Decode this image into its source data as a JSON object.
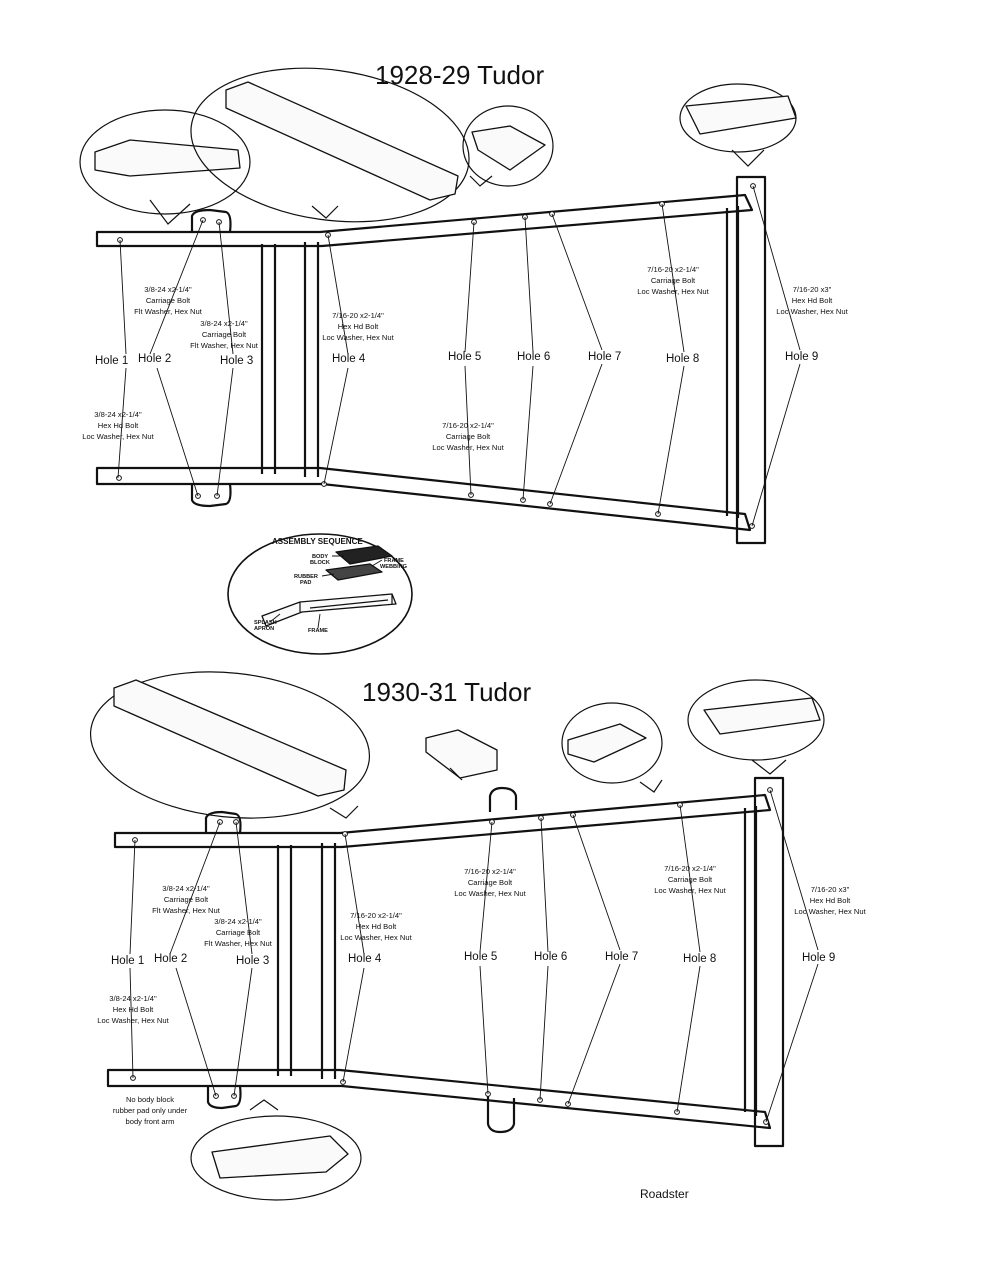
{
  "diagrams": [
    {
      "title": "1928-29 Tudor",
      "holes": [
        "Hole 1",
        "Hole 2",
        "Hole 3",
        "Hole 4",
        "Hole 5",
        "Hole 6",
        "Hole 7",
        "Hole 8",
        "Hole 9"
      ],
      "specs": [
        [
          "3/8-24 x2-1/4\"",
          "Hex Hd Bolt",
          "Loc Washer, Hex Nut"
        ],
        [
          "3/8-24 x2-1/4\"",
          "Carriage Bolt",
          "Flt Washer, Hex Nut"
        ],
        [
          "3/8-24 x2-1/4\"",
          "Carriage Bolt",
          "Flt Washer, Hex Nut"
        ],
        [
          "7/16-20 x2-1/4\"",
          "Hex Hd Bolt",
          "Loc Washer, Hex Nut"
        ],
        [
          "7/16-20 x2-1/4\"",
          "Carriage Bolt",
          "Loc Washer, Hex Nut"
        ],
        [
          "7/16-20 x2-1/4\"",
          "Carriage Bolt",
          "Loc Washer, Hex Nut"
        ],
        [
          "7/16-20 x3\"",
          "Hex Hd Bolt",
          "Loc Washer, Hex Nut"
        ]
      ]
    },
    {
      "title": "1930-31 Tudor",
      "holes": [
        "Hole 1",
        "Hole 2",
        "Hole 3",
        "Hole 4",
        "Hole 5",
        "Hole 6",
        "Hole 7",
        "Hole 8",
        "Hole 9"
      ],
      "specs": [
        [
          "3/8-24 x2-1/4\"",
          "Hex Hd Bolt",
          "Loc Washer, Hex Nut"
        ],
        [
          "3/8-24 x2-1/4\"",
          "Carriage Bolt",
          "Flt Washer, Hex Nut"
        ],
        [
          "3/8-24 x2-1/4\"",
          "Carriage Bolt",
          "Flt Washer, Hex Nut"
        ],
        [
          "7/16-20 x2-1/4\"",
          "Hex Hd Bolt",
          "Loc Washer, Hex Nut"
        ],
        [
          "7/16-20 x2-1/4\"",
          "Carriage Bolt",
          "Loc Washer, Hex Nut"
        ],
        [
          "7/16-20 x2-1/4\"",
          "Carriage Bolt",
          "Loc Washer, Hex Nut"
        ],
        [
          "7/16-20 x3\"",
          "Hex Hd Bolt",
          "Loc Washer, Hex Nut"
        ]
      ],
      "note": [
        "No body block",
        "rubber pad only under",
        "body front arm"
      ]
    }
  ],
  "assembly": {
    "title": "ASSEMBLY SEQUENCE",
    "body_block": [
      "BODY",
      "BLOCK"
    ],
    "rubber_pad": [
      "RUBBER",
      "PAD"
    ],
    "frame_webbing": [
      "FRAME",
      "WEBBING"
    ],
    "splash_apron": [
      "SPLASH",
      "APRON"
    ],
    "frame": "FRAME"
  },
  "footer": "Roadster",
  "colors": {
    "ink": "#111111",
    "paper": "#ffffff"
  }
}
